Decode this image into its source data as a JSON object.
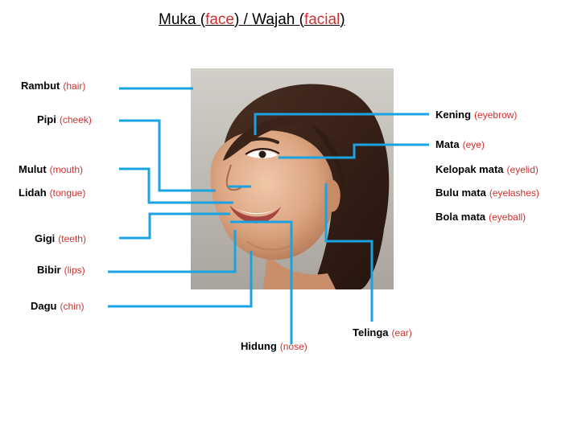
{
  "title": {
    "word1": "Muka",
    "word1_en": "face",
    "sep": "/",
    "word2": "Wajah",
    "word2_en": "facial"
  },
  "labels": {
    "rambut": {
      "term": "Rambut",
      "gloss": "(hair)"
    },
    "pipi": {
      "term": "Pipi",
      "gloss": "(cheek)"
    },
    "mulut": {
      "term": "Mulut",
      "gloss": "(mouth)"
    },
    "lidah": {
      "term": "Lidah",
      "gloss": "(tongue)"
    },
    "gigi": {
      "term": "Gigi",
      "gloss": "(teeth)"
    },
    "bibir": {
      "term": "Bibir",
      "gloss": "(lips)"
    },
    "dagu": {
      "term": "Dagu",
      "gloss": "(chin)"
    },
    "hidung": {
      "term": "Hidung",
      "gloss": "(nose)"
    },
    "telinga": {
      "term": "Telinga",
      "gloss": "(ear)"
    },
    "kening": {
      "term": "Kening",
      "gloss": "(eyebrow)"
    },
    "mata": {
      "term": "Mata",
      "gloss": "(eye)"
    },
    "kelopak": {
      "term": "Kelopak mata",
      "gloss": "(eyelid)"
    },
    "bulu": {
      "term": "Bulu mata",
      "gloss": "(eyelashes)"
    },
    "bola": {
      "term": "Bola mata",
      "gloss": "(eyeball)"
    }
  },
  "colors": {
    "leader_line": "#1aa3e0",
    "gloss_text": "#d03030"
  }
}
